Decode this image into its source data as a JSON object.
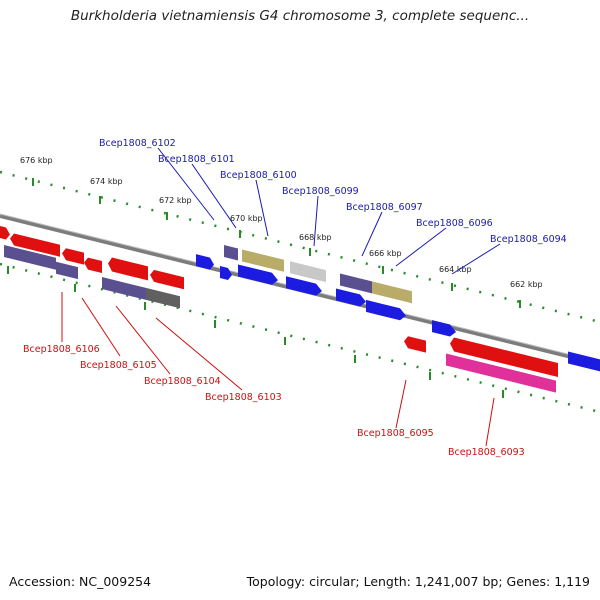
{
  "title": "Burkholderia vietnamiensis G4 chromosome 3, complete sequenc...",
  "footer": {
    "accession": "Accession: NC_009254",
    "summary": "Topology: circular; Length: 1,241,007 bp; Genes: 1,119"
  },
  "colors": {
    "forward_gene": "#1c1ce0",
    "reverse_gene": "#e01010",
    "cds_blue": "#5a5090",
    "cds_tan": "#b8ac68",
    "cds_grey": "#606060",
    "cds_lightgrey": "#c8c8c8",
    "cds_pink": "#e0309a",
    "backbone": "#8a8a8a",
    "ruler": "#2a8a2a",
    "label_top": "#1a1ab0",
    "label_bottom": "#cc1010"
  },
  "ticks": [
    "676 kbp",
    "674 kbp",
    "672 kbp",
    "670 kbp",
    "668 kbp",
    "666 kbp",
    "664 kbp",
    "662 kbp"
  ],
  "top_labels": [
    "Bcep1808_6102",
    "Bcep1808_6101",
    "Bcep1808_6100",
    "Bcep1808_6099",
    "Bcep1808_6097",
    "Bcep1808_6096",
    "Bcep1808_6094"
  ],
  "bottom_labels": [
    "Bcep1808_6106",
    "Bcep1808_6105",
    "Bcep1808_6104",
    "Bcep1808_6103",
    "Bcep1808_6095",
    "Bcep1808_6093"
  ]
}
